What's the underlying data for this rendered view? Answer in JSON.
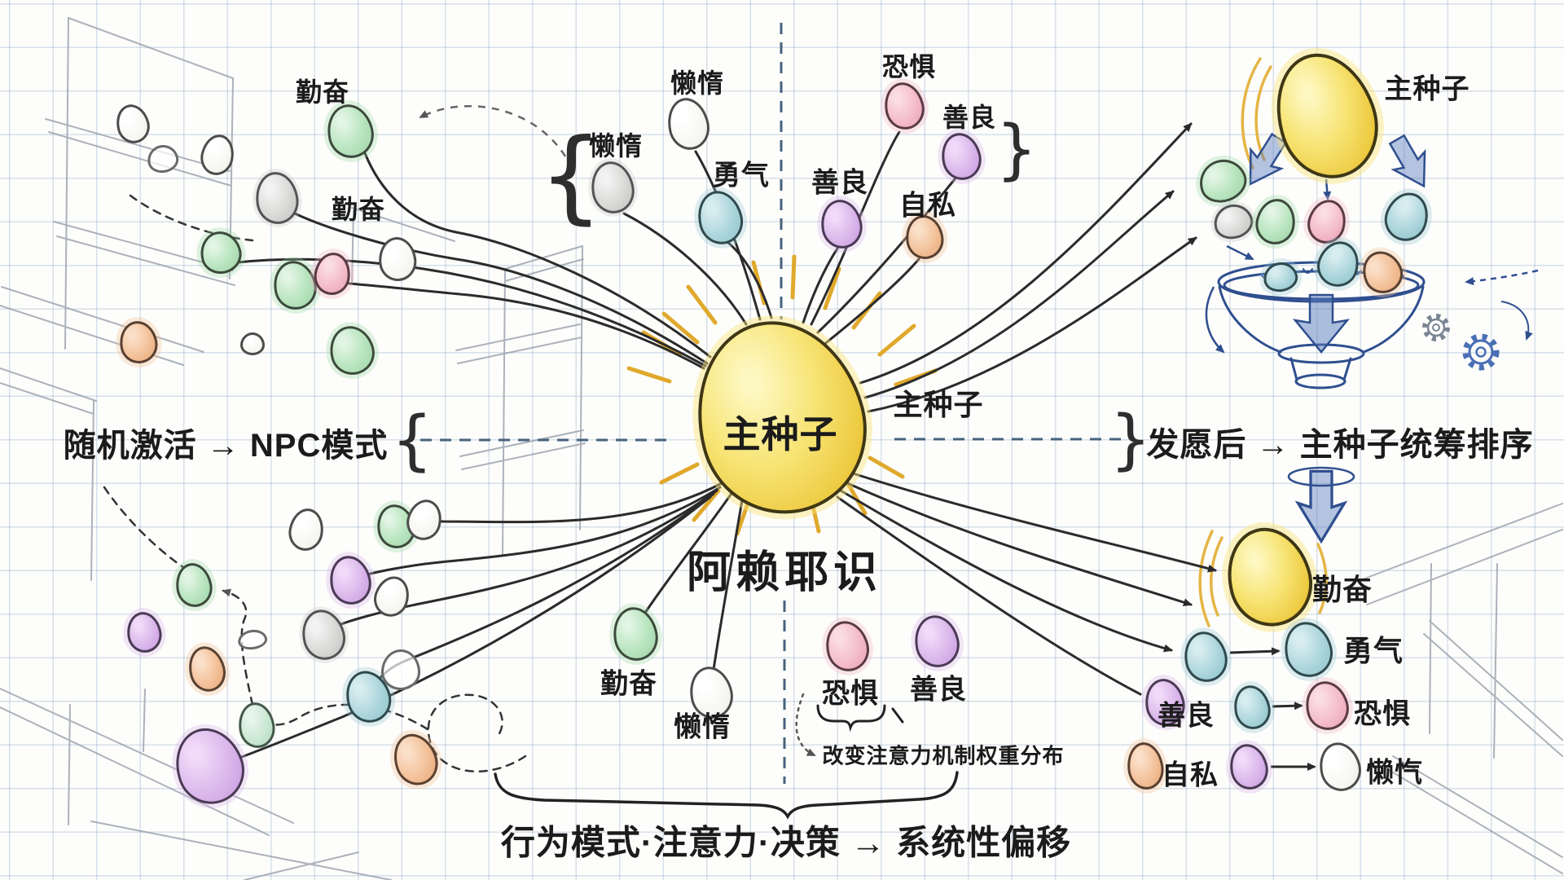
{
  "title": "阿赖耶识",
  "center": {
    "seed_label": "主种子",
    "side_label": "主种子"
  },
  "captions": {
    "left": "随机激活 → NPC模式",
    "right": "发愿后 → 主种子统筹排序",
    "attention_note": "改变注意力机制权重分布",
    "bottom": "行为模式·注意力·决策 → 系统性偏移"
  },
  "top_left": {
    "qinfen_a": "勤奋",
    "qinfen_b": "勤奋"
  },
  "top_center": {
    "landuo_a": "懒惰",
    "landuo_b": "懒惰",
    "yongqi": "勇气",
    "kongju": "恐惧",
    "shanliang_a": "善良",
    "shanliang_b": "善良",
    "zisi": "自私"
  },
  "funnel": {
    "seed_label": "主种子"
  },
  "bottom_center": {
    "qinfen": "勤奋",
    "landuo": "懒惰",
    "kongju": "恐惧",
    "shanliang": "善良"
  },
  "sorted_list": {
    "qinfen": "勤奋",
    "yongqi": "勇气",
    "shanliang": "善良",
    "kongju": "恐惧",
    "zisi": "自私",
    "lankai": "懒忾"
  },
  "braces": {
    "open": "{",
    "close": "}"
  }
}
